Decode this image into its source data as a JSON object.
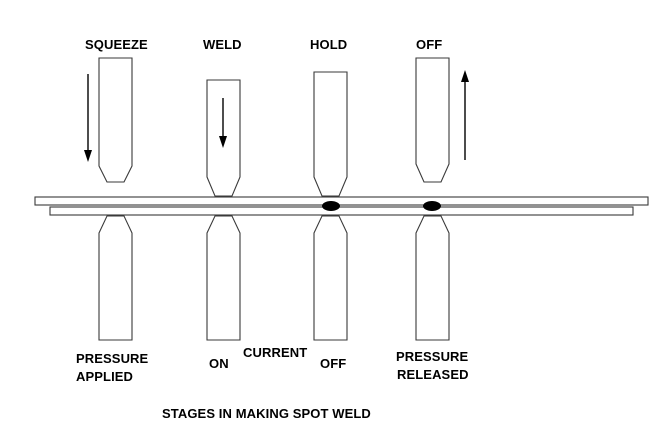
{
  "stages": [
    {
      "label": "SQUEEZE"
    },
    {
      "label": "WELD"
    },
    {
      "label": "HOLD"
    },
    {
      "label": "OFF"
    }
  ],
  "bottom_labels": {
    "pressure_applied": [
      "PRESSURE",
      "APPLIED"
    ],
    "current_on": "ON",
    "current": "CURRENT",
    "current_off": "OFF",
    "pressure_released": [
      "PRESSURE",
      "RELEASED"
    ]
  },
  "caption": "STAGES IN MAKING SPOT WELD",
  "arrows": [
    {
      "stage": "SQUEEZE",
      "direction": "down"
    },
    {
      "stage": "WELD",
      "direction": "down"
    },
    {
      "stage": "OFF",
      "direction": "up"
    }
  ],
  "colors": {
    "line": "#3a3a3a",
    "nugget": "#000000",
    "background": "#ffffff"
  }
}
